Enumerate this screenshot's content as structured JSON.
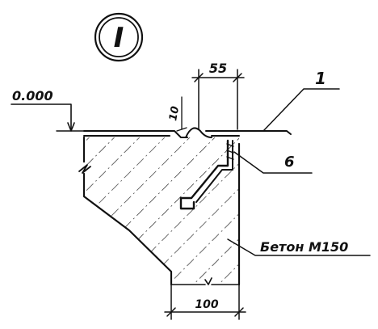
{
  "detail": {
    "marker": "I"
  },
  "levels": {
    "top_mark": "0.000"
  },
  "dimensions": {
    "plate_width": "55",
    "gap": "10",
    "base_width": "100"
  },
  "callouts": {
    "plate": "1",
    "anchor": "6",
    "concrete": "Бетон М150"
  },
  "colors": {
    "ink": "#111111",
    "paper": "#ffffff"
  }
}
